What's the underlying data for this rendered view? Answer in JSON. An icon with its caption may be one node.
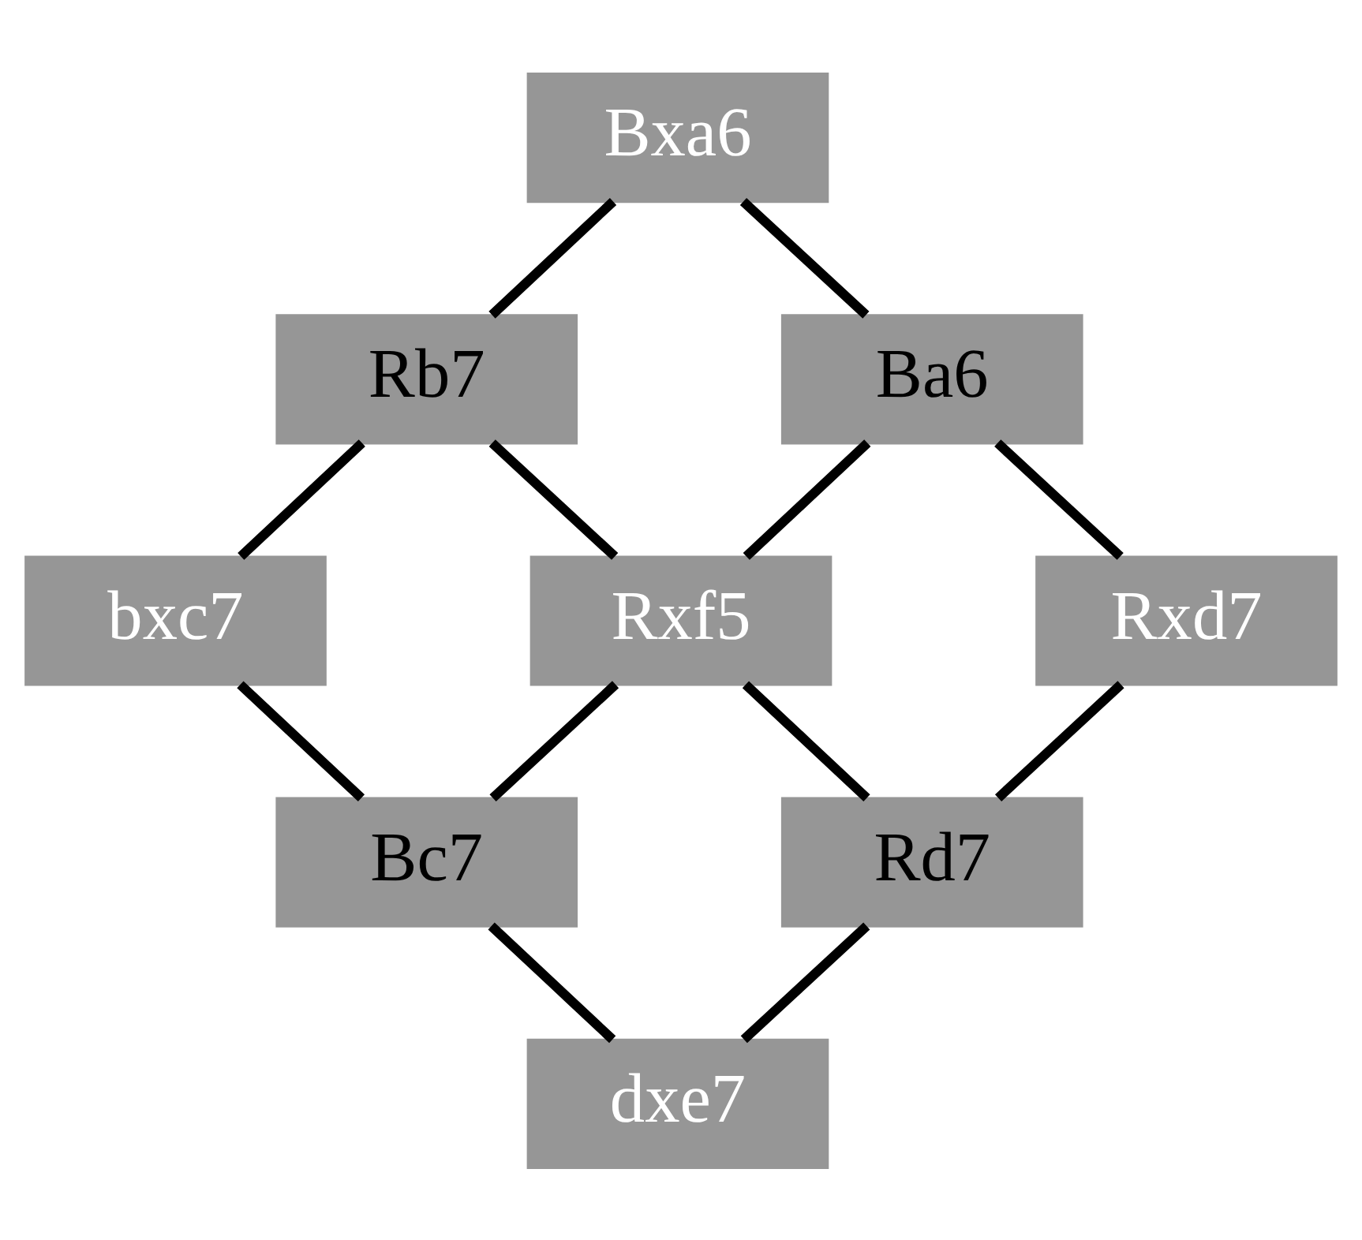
{
  "diagram": {
    "nodes": [
      {
        "text": [
          "Bxa6"
        ]
      },
      {
        "text": [
          "Rb7"
        ]
      },
      {
        "text": [
          "Ba6"
        ]
      },
      {
        "text": [
          "bxc7"
        ]
      },
      {
        "text": [
          "Rxf5"
        ]
      },
      {
        "text": [
          "Rxd7"
        ]
      },
      {
        "text": [
          "Bc7"
        ]
      },
      {
        "text": [
          "Rd7"
        ]
      },
      {
        "text": [
          "dxe7"
        ]
      }
    ],
    "edges": [
      {
        "from": 0,
        "to": 1,
        "arrow": "none"
      },
      {
        "from": 0,
        "to": 2,
        "arrow": "none"
      },
      {
        "from": 1,
        "to": 3,
        "arrow": "none"
      },
      {
        "from": 1,
        "to": 4,
        "arrow": "none"
      },
      {
        "from": 2,
        "to": 4,
        "arrow": "none"
      },
      {
        "from": 2,
        "to": 5,
        "arrow": "none"
      },
      {
        "from": 3,
        "to": 6,
        "arrow": "none"
      },
      {
        "from": 4,
        "to": 6,
        "arrow": "none"
      },
      {
        "from": 4,
        "to": 7,
        "arrow": "none"
      },
      {
        "from": 5,
        "to": 7,
        "arrow": "none"
      },
      {
        "from": 6,
        "to": 8,
        "arrow": "none"
      },
      {
        "from": 7,
        "to": 8,
        "arrow": "none"
      }
    ]
  }
}
